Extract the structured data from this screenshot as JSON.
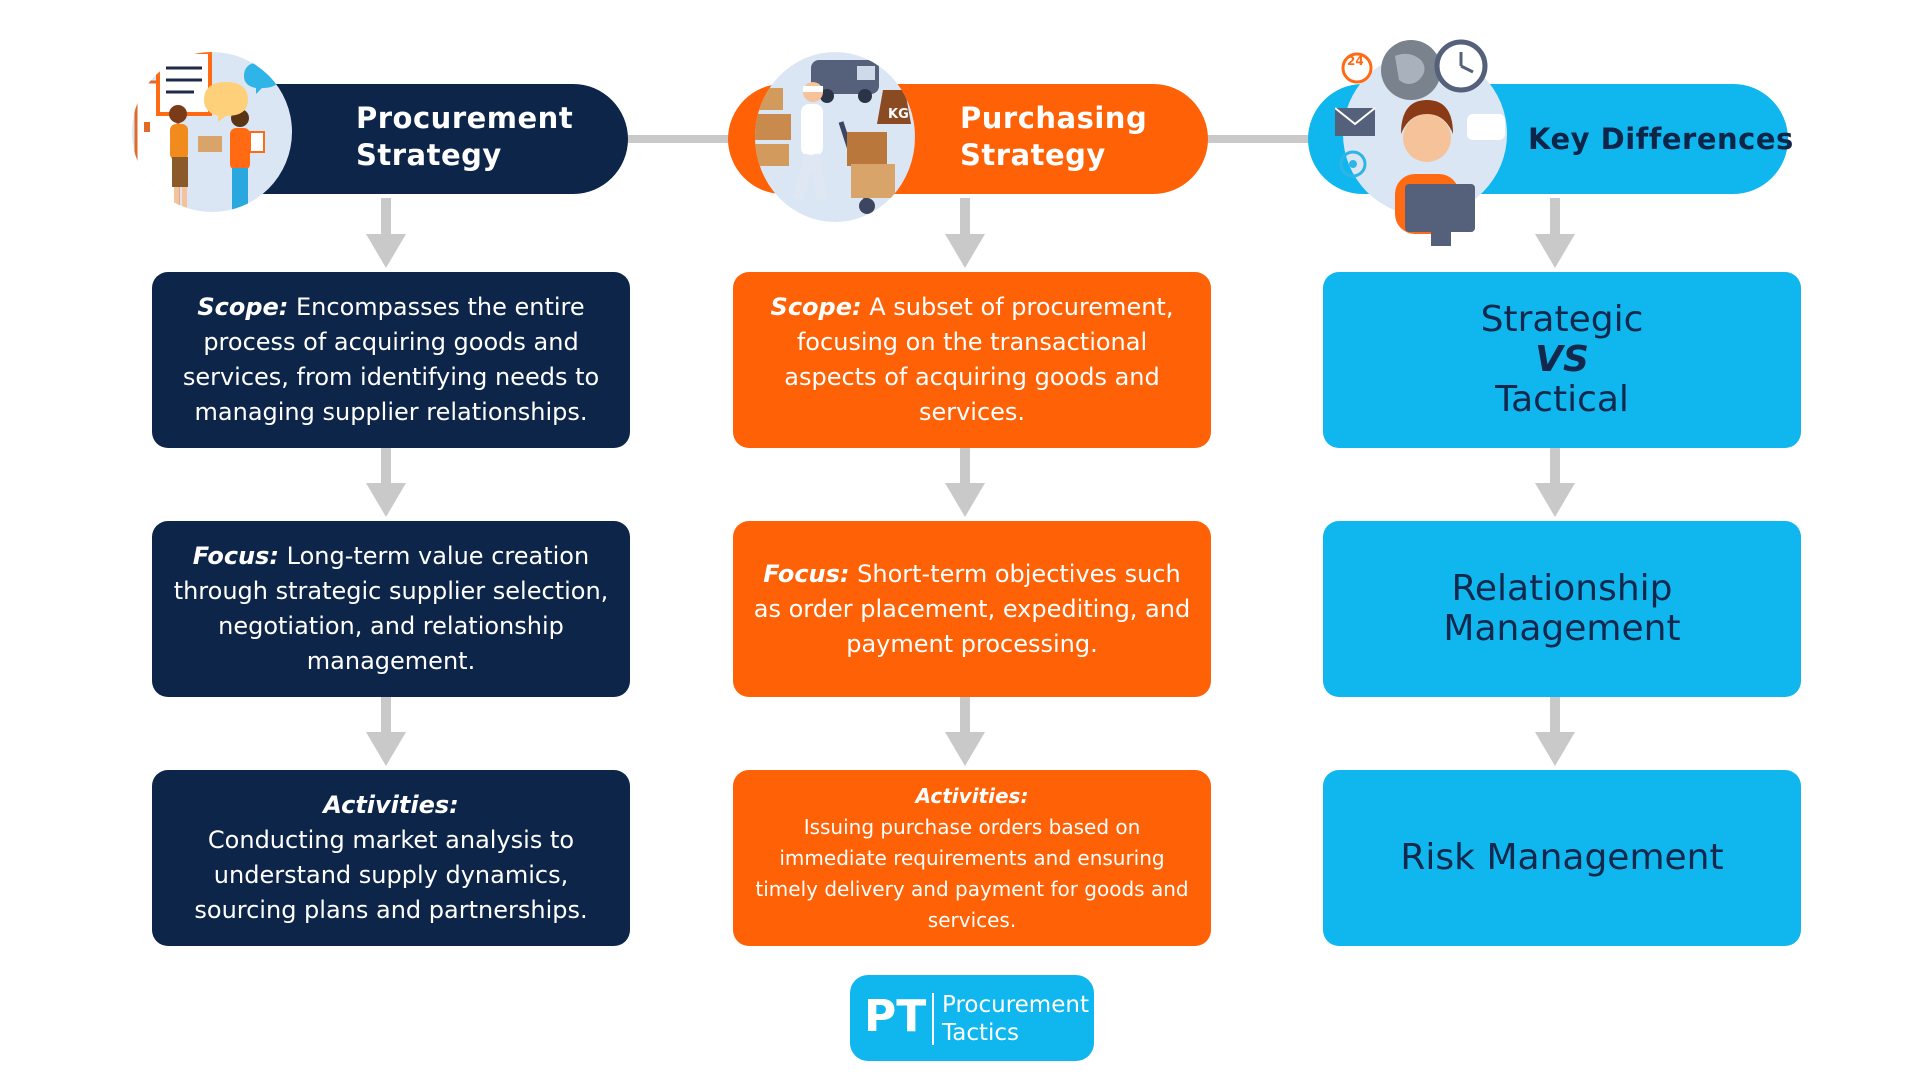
{
  "columns": [
    {
      "title_line1": "Procurement",
      "title_line2": "Strategy",
      "boxes": [
        {
          "label": "Scope:",
          "text": " Encompasses the entire process of acquiring goods and services, from identifying needs to managing supplier relationships."
        },
        {
          "label": "Focus:",
          "text": " Long-term value creation through strategic supplier selection, negotiation, and relationship management."
        },
        {
          "label": "Activities:",
          "text": "Conducting market analysis to understand supply dynamics, sourcing plans and partnerships."
        }
      ]
    },
    {
      "title_line1": "Purchasing",
      "title_line2": "Strategy",
      "boxes": [
        {
          "label": "Scope:",
          "text": " A subset of procurement, focusing on the transactional aspects of acquiring goods and services."
        },
        {
          "label": "Focus:",
          "text": " Short-term objectives such as order placement, expediting, and payment processing."
        },
        {
          "label": "Activities:",
          "text": "Issuing purchase orders based on immediate requirements and ensuring timely delivery and payment for goods and services."
        }
      ]
    },
    {
      "title_line1": "Key Differences",
      "boxes": [
        {
          "line1": "Strategic",
          "line2": "VS",
          "line3": "Tactical"
        },
        {
          "line1": "Relationship",
          "line2": "Management"
        },
        {
          "line1": "Risk Management"
        }
      ]
    }
  ],
  "illustration_labels": {
    "kg": "KG",
    "twenty_four": "24"
  },
  "logo": {
    "initials": "PT",
    "line1": "Procurement",
    "line2": "Tactics"
  },
  "colors": {
    "navy": "#0c2549",
    "orange": "#fe6106",
    "sky": "#10b7ee",
    "arrow_gray": "#c9c9c9"
  }
}
